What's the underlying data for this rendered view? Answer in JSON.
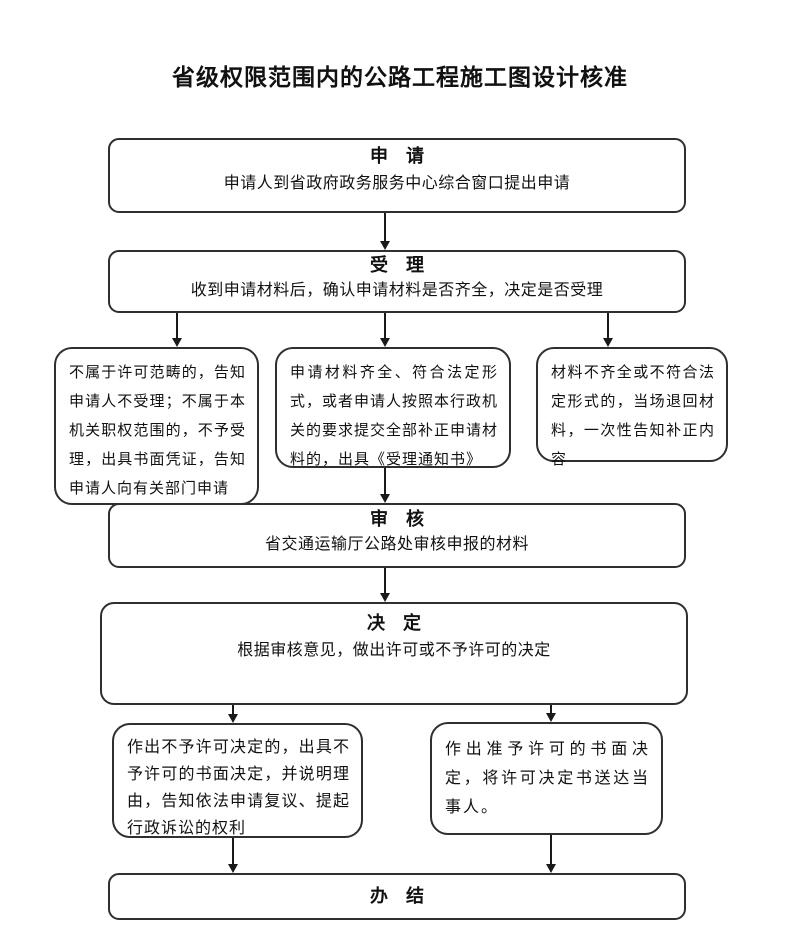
{
  "title": "省级权限范围内的公路工程施工图设计核准",
  "colors": {
    "stroke": "#2f2f2f",
    "text": "#111111",
    "background": "#ffffff"
  },
  "nodes": {
    "apply": {
      "heading": "申　请",
      "body": "申请人到省政府政务服务中心综合窗口提出申请"
    },
    "accept": {
      "heading": "受　理",
      "body": "收到申请材料后，确认申请材料是否齐全，决定是否受理"
    },
    "branch_left": {
      "body": "不属于许可范畴的，告知申请人不受理；不属于本机关职权范围的，不予受理，出具书面凭证，告知申请人向有关部门申请"
    },
    "branch_mid": {
      "body": "申请材料齐全、符合法定形式，或者申请人按照本行政机关的要求提交全部补正申请材料的，出具《受理通知书》"
    },
    "branch_right": {
      "body": "材料不齐全或不符合法定形式的，当场退回材料，一次性告知补正内容"
    },
    "review": {
      "heading": "审　核",
      "body": "省交通运输厅公路处审核申报的材料"
    },
    "decide": {
      "heading": "决　定",
      "body": "根据审核意见，做出许可或不予许可的决定"
    },
    "deny": {
      "body": "作出不予许可决定的，出具不予许可的书面决定，并说明理由，告知依法申请复议、提起行政诉讼的权利"
    },
    "grant": {
      "body": "作出准予许可的书面决定，将许可决定书送达当事人。"
    },
    "finish": {
      "heading": "办　结"
    }
  },
  "edges": [
    {
      "from": "apply",
      "to": "accept"
    },
    {
      "from": "accept",
      "to": "branch_left"
    },
    {
      "from": "accept",
      "to": "branch_mid"
    },
    {
      "from": "accept",
      "to": "branch_right"
    },
    {
      "from": "branch_mid",
      "to": "review"
    },
    {
      "from": "review",
      "to": "decide"
    },
    {
      "from": "decide",
      "to": "deny"
    },
    {
      "from": "decide",
      "to": "grant"
    },
    {
      "from": "deny",
      "to": "finish"
    },
    {
      "from": "grant",
      "to": "finish"
    }
  ]
}
